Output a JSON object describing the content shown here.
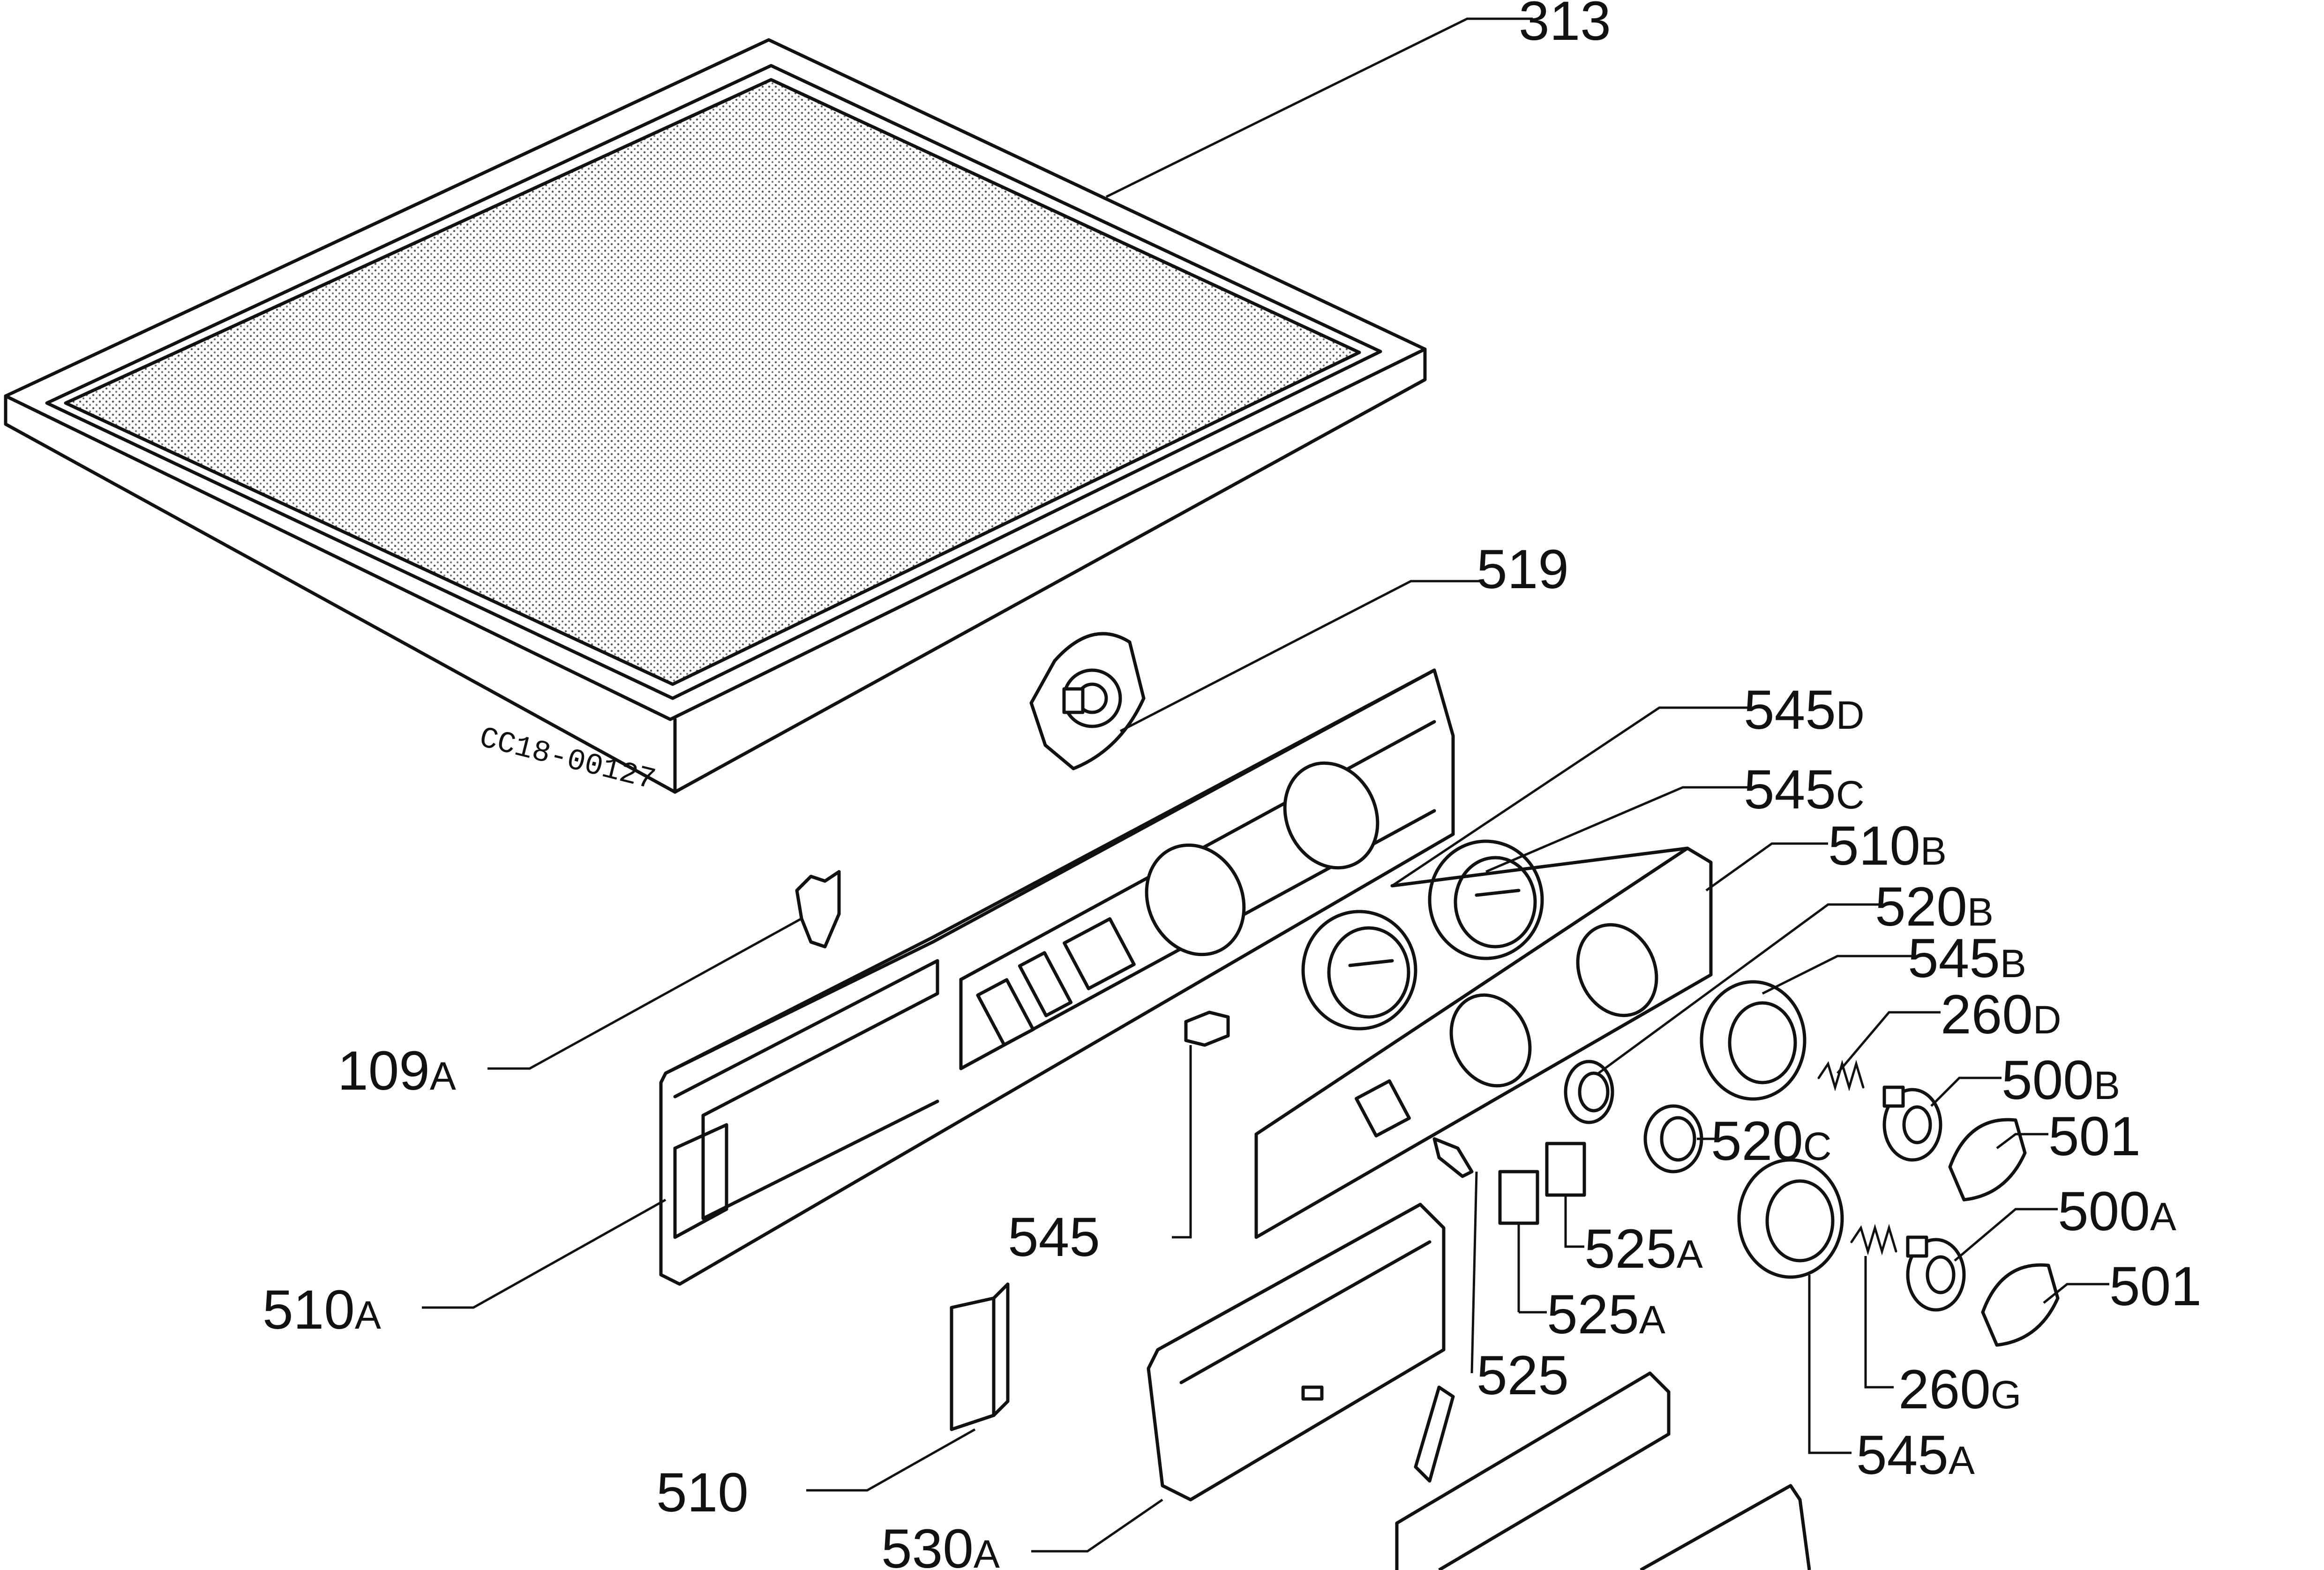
{
  "drawing_code": "CC18-00127",
  "callouts": [
    {
      "id": "313",
      "num": "313",
      "suffix": ""
    },
    {
      "id": "519",
      "num": "519",
      "suffix": ""
    },
    {
      "id": "545D",
      "num": "545",
      "suffix": "D"
    },
    {
      "id": "545C",
      "num": "545",
      "suffix": "C"
    },
    {
      "id": "510B",
      "num": "510",
      "suffix": "B"
    },
    {
      "id": "520B",
      "num": "520",
      "suffix": "B"
    },
    {
      "id": "545B",
      "num": "545",
      "suffix": "B"
    },
    {
      "id": "260D",
      "num": "260",
      "suffix": "D"
    },
    {
      "id": "500B",
      "num": "500",
      "suffix": "B"
    },
    {
      "id": "501a",
      "num": "501",
      "suffix": ""
    },
    {
      "id": "520C",
      "num": "520",
      "suffix": "C"
    },
    {
      "id": "500A",
      "num": "500",
      "suffix": "A"
    },
    {
      "id": "501b",
      "num": "501",
      "suffix": ""
    },
    {
      "id": "109A",
      "num": "109",
      "suffix": "A"
    },
    {
      "id": "545",
      "num": "545",
      "suffix": ""
    },
    {
      "id": "525A1",
      "num": "525",
      "suffix": "A"
    },
    {
      "id": "525A2",
      "num": "525",
      "suffix": "A"
    },
    {
      "id": "510A",
      "num": "510",
      "suffix": "A"
    },
    {
      "id": "525",
      "num": "525",
      "suffix": ""
    },
    {
      "id": "260G",
      "num": "260",
      "suffix": "G"
    },
    {
      "id": "545A",
      "num": "545",
      "suffix": "A"
    },
    {
      "id": "510",
      "num": "510",
      "suffix": ""
    },
    {
      "id": "530A",
      "num": "530",
      "suffix": "A"
    }
  ]
}
